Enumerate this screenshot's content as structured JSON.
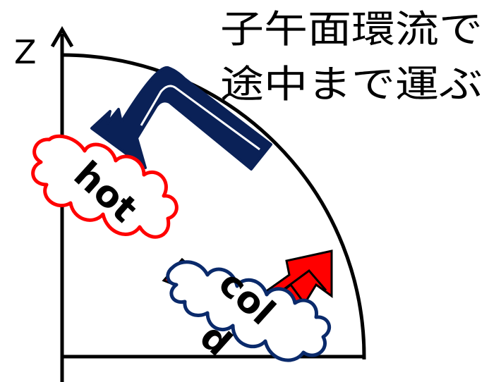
{
  "caption": {
    "line1": "子午面環流で",
    "line2": "途中まで運ぶ"
  },
  "axis": {
    "z_label": "Z"
  },
  "clouds": {
    "hot": {
      "label": "hot",
      "outline_color": "#ff0000"
    },
    "cold": {
      "label_part1": "col",
      "label_part2": "d",
      "outline_color": "#0a2a6b"
    }
  },
  "arrows": {
    "downward": {
      "color": "#0a2157",
      "icon": "bent-arrow-down-left"
    },
    "upward": {
      "color": "#ff0000",
      "icon": "double-chevron-arrow-up-right"
    }
  }
}
